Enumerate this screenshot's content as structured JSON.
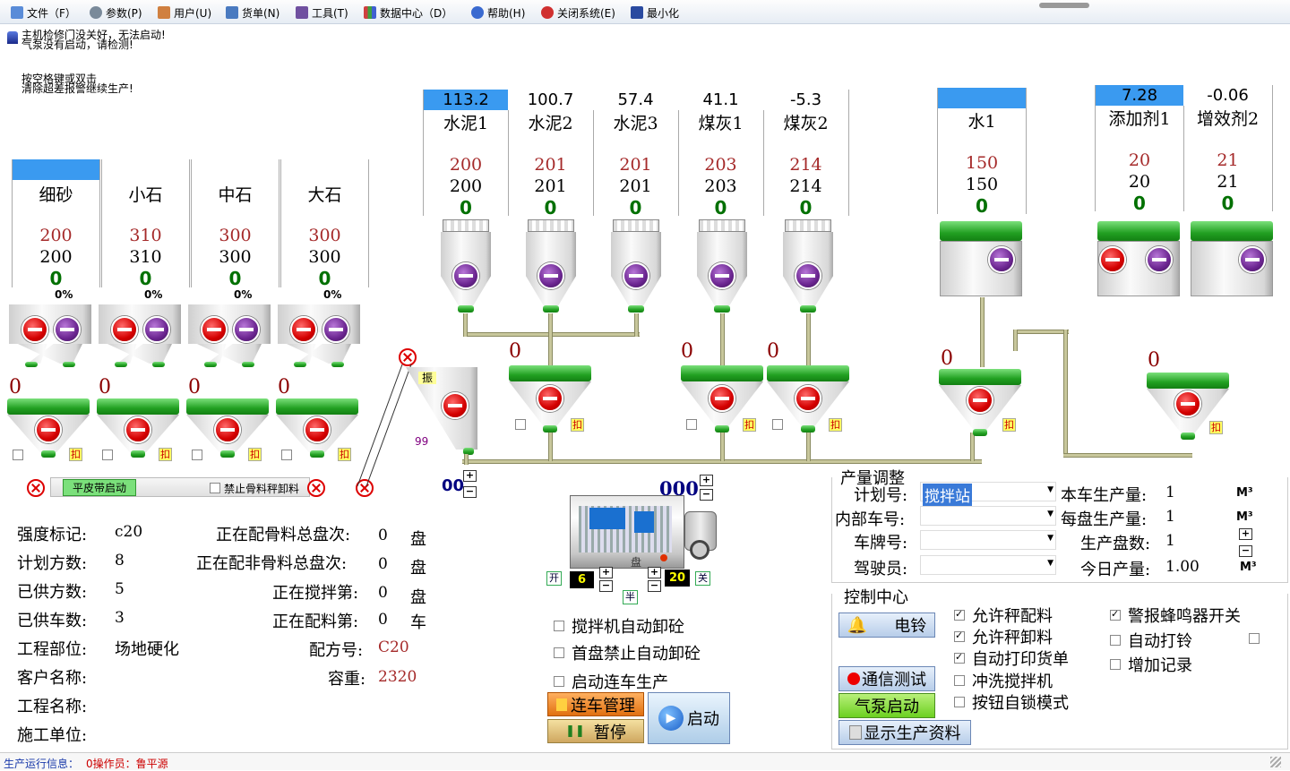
{
  "menu": [
    {
      "label": "文件（F）",
      "icon": "file-icon",
      "color": "#5a8cd8"
    },
    {
      "label": "参数(P)",
      "icon": "gear-icon",
      "color": "#6a7a8a"
    },
    {
      "label": "用户(U)",
      "icon": "user-icon",
      "color": "#d08040"
    },
    {
      "label": "货单(N)",
      "icon": "document-icon",
      "color": "#4a7ac0"
    },
    {
      "label": "工具(T)",
      "icon": "tools-icon",
      "color": "#7050a0"
    },
    {
      "label": "数据中心（D）",
      "icon": "bar-chart-icon",
      "color": "#d04040"
    },
    {
      "label": "帮助(H)",
      "icon": "help-icon",
      "color": "#3a6ad0"
    },
    {
      "label": "关闭系统(E)",
      "icon": "close-icon",
      "color": "#d03030"
    },
    {
      "label": "最小化",
      "icon": "minimize-icon",
      "color": "#2a4aa0"
    }
  ],
  "alerts": {
    "line1": "主机检修门没关好，无法启动!",
    "line2": "气泵没有启动，请检测!",
    "hint1": "按空格键或双击",
    "hint2": "清除超差报警继续生产!"
  },
  "aggregates": [
    {
      "name": "细砂",
      "setpoint": "200",
      "actual": "200",
      "value": "0",
      "pct": "0",
      "scale_reading": "0"
    },
    {
      "name": "小石",
      "setpoint": "310",
      "actual": "310",
      "value": "0",
      "pct": "0",
      "scale_reading": "0"
    },
    {
      "name": "中石",
      "setpoint": "300",
      "actual": "300",
      "value": "0",
      "pct": "0",
      "scale_reading": "0"
    },
    {
      "name": "大石",
      "setpoint": "300",
      "actual": "300",
      "value": "0",
      "pct": "0",
      "scale_reading": "0"
    }
  ],
  "powders": [
    {
      "reading": "113.2",
      "name": "水泥1",
      "setpoint": "200",
      "actual": "200",
      "value": "0"
    },
    {
      "reading": "100.7",
      "name": "水泥2",
      "setpoint": "201",
      "actual": "201",
      "value": "0"
    },
    {
      "reading": "57.4",
      "name": "水泥3",
      "setpoint": "201",
      "actual": "201",
      "value": "0"
    },
    {
      "reading": "41.1",
      "name": "煤灰1",
      "setpoint": "203",
      "actual": "203",
      "value": "0"
    },
    {
      "reading": "-5.3",
      "name": "煤灰2",
      "setpoint": "214",
      "actual": "214",
      "value": "0"
    }
  ],
  "water": {
    "reading": "",
    "name": "水1",
    "setpoint": "150",
    "actual": "150",
    "value": "0"
  },
  "additives": [
    {
      "reading": "7.28",
      "name": "添加剂1",
      "setpoint": "20",
      "actual": "20",
      "value": "0"
    },
    {
      "reading": "-0.06",
      "name": "增效剂2",
      "setpoint": "21",
      "actual": "21",
      "value": "0"
    }
  ],
  "scale_readings": {
    "cement_a": "0",
    "cement_b": "0",
    "flyash": "0",
    "water": "0",
    "additive": "0"
  },
  "belt": {
    "start_label": "平皮带启动",
    "stop_weigh_label": "禁止骨料秤卸料",
    "vibrate_label": "振",
    "hopper_count": "99",
    "kou": "扣"
  },
  "mixer": {
    "left_counter": "00",
    "right_counter": "000",
    "open_label": "开",
    "half_label": "半",
    "close_label": "关",
    "disk_label": "盘",
    "left_time": "6",
    "right_time": "20"
  },
  "info": {
    "strength_label": "强度标记:",
    "strength_value": "c20",
    "plan_volume_label": "计划方数:",
    "plan_volume_value": "8",
    "supplied_volume_label": "已供方数:",
    "supplied_volume_value": "5",
    "supplied_trucks_label": "已供车数:",
    "supplied_trucks_value": "3",
    "project_part_label": "工程部位:",
    "project_part_value": "场地硬化",
    "customer_label": "客户名称:",
    "customer_value": "",
    "project_name_label": "工程名称:",
    "project_name_value": "",
    "builder_label": "施工单位:",
    "builder_value": "",
    "batching_agg_label": "正在配骨料总盘次:",
    "batching_agg_value": "0",
    "unit_pan": "盘",
    "batching_nonagg_label": "正在配非骨料总盘次:",
    "batching_nonagg_value": "0",
    "mixing_label": "正在搅拌第:",
    "mixing_value": "0",
    "loading_label": "正在配料第:",
    "loading_value": "0",
    "unit_truck": "车",
    "formula_label": "配方号:",
    "formula_value": "C20",
    "density_label": "容重:",
    "density_value": "2320"
  },
  "mixer_options": [
    {
      "label": "搅拌机自动卸砼",
      "checked": false
    },
    {
      "label": "首盘禁止自动卸砼",
      "checked": false
    },
    {
      "label": "启动连车生产",
      "checked": false
    }
  ],
  "buttons": {
    "fleet_manage": "连车管理",
    "pause": "暂停",
    "start": "启动"
  },
  "production": {
    "section_title": "产量调整",
    "plan_no_label": "计划号:",
    "plan_no_value": "搅拌站",
    "internal_truck_label": "内部车号:",
    "internal_truck_value": "",
    "plate_label": "车牌号:",
    "plate_value": "",
    "driver_label": "驾驶员:",
    "driver_value": "",
    "truck_output_label": "本车生产量:",
    "truck_output_value": "1",
    "per_pan_label": "每盘生产量:",
    "per_pan_value": "1",
    "pan_count_label": "生产盘数:",
    "pan_count_value": "1",
    "today_label": "今日产量:",
    "today_value": "1.00",
    "unit": "M³"
  },
  "control": {
    "section_title": "控制中心",
    "bell": "电铃",
    "comm_test": "通信测试",
    "air_pump": "气泵启动",
    "show_data": "显示生产资料",
    "checks_mid": [
      {
        "label": "允许秤配料",
        "checked": true
      },
      {
        "label": "允许秤卸料",
        "checked": true
      },
      {
        "label": "自动打印货单",
        "checked": true
      },
      {
        "label": "冲洗搅拌机",
        "checked": false
      },
      {
        "label": "按钮自锁模式",
        "checked": false
      }
    ],
    "checks_right": [
      {
        "label": "警报蜂鸣器开关",
        "checked": true
      },
      {
        "label": "自动打铃",
        "checked": false
      },
      {
        "label": "增加记录",
        "checked": false
      }
    ]
  },
  "status": {
    "label": "生产运行信息：",
    "operator": "0操作员：鲁平源"
  },
  "colors": {
    "green": "#22a022",
    "red": "#d40000",
    "purple": "#6b2590",
    "highlight": "#3a9af0"
  }
}
